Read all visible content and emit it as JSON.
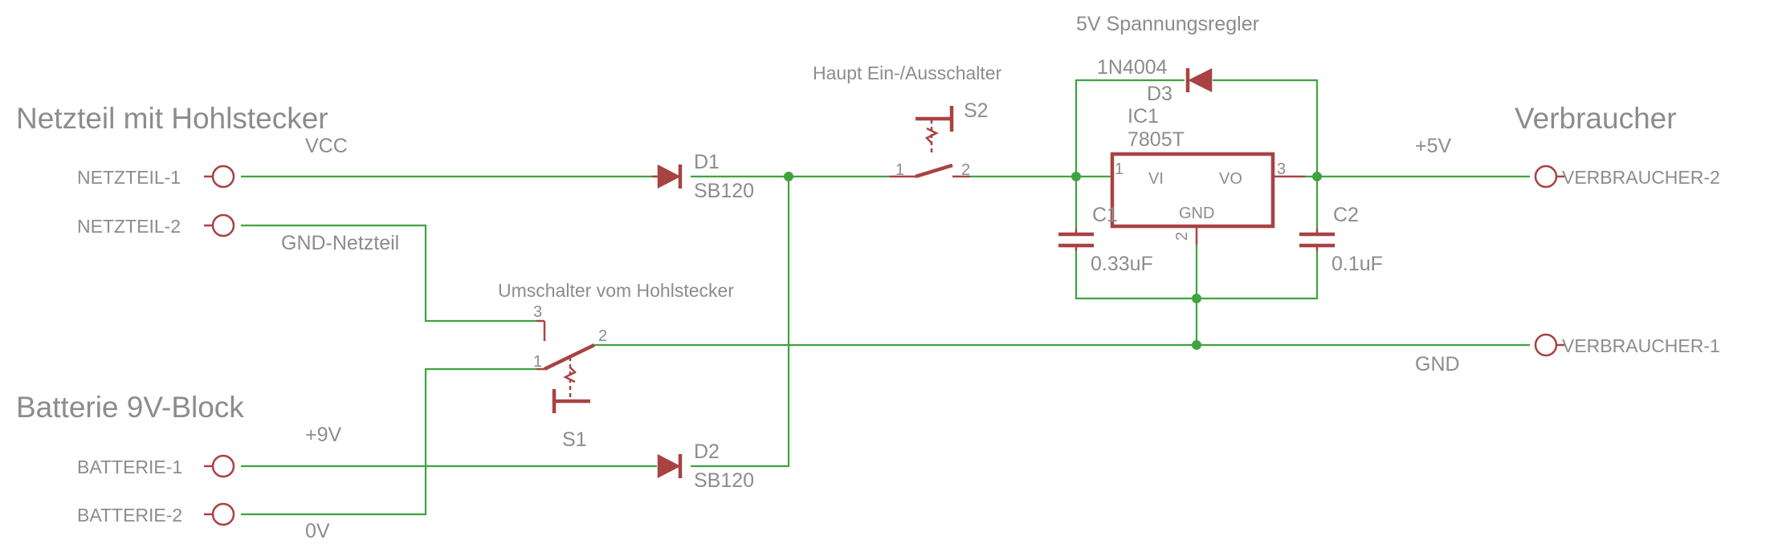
{
  "sections": {
    "supply": "Netzteil mit Hohlstecker",
    "battery": "Batterie 9V-Block",
    "load": "Verbraucher"
  },
  "connectors": {
    "netzteil_1": "NETZTEIL-1",
    "netzteil_2": "NETZTEIL-2",
    "batterie_1": "BATTERIE-1",
    "batterie_2": "BATTERIE-2",
    "verbraucher_2": "VERBRAUCHER-2",
    "verbraucher_1": "VERBRAUCHER-1"
  },
  "nets": {
    "vcc": "VCC",
    "gnd_netzteil": "GND-Netzteil",
    "plus9v": "+9V",
    "zero_v": "0V",
    "plus5v": "+5V",
    "gnd": "GND"
  },
  "components": {
    "d1": {
      "name": "D1",
      "value": "SB120"
    },
    "d2": {
      "name": "D2",
      "value": "SB120"
    },
    "d3": {
      "name": "D3",
      "value": "1N4004"
    },
    "s1": {
      "name": "S1",
      "title": "Umschalter vom Hohlstecker",
      "pin1": "1",
      "pin2": "2",
      "pin3": "3"
    },
    "s2": {
      "name": "S2",
      "title": "Haupt Ein-/Ausschalter",
      "pin1": "1",
      "pin2": "2"
    },
    "ic1": {
      "name": "IC1",
      "value": "7805T",
      "title": "5V Spannungsregler",
      "vi": "VI",
      "vo": "VO",
      "gnd": "GND",
      "pin1": "1",
      "pin2": "2",
      "pin3": "3"
    },
    "c1": {
      "name": "C1",
      "value": "0.33uF"
    },
    "c2": {
      "name": "C2",
      "value": "0.1uF"
    }
  },
  "colors": {
    "wire": "#3fa33f",
    "part": "#a94242",
    "text": "#8c8c8c",
    "background": "#ffffff"
  }
}
